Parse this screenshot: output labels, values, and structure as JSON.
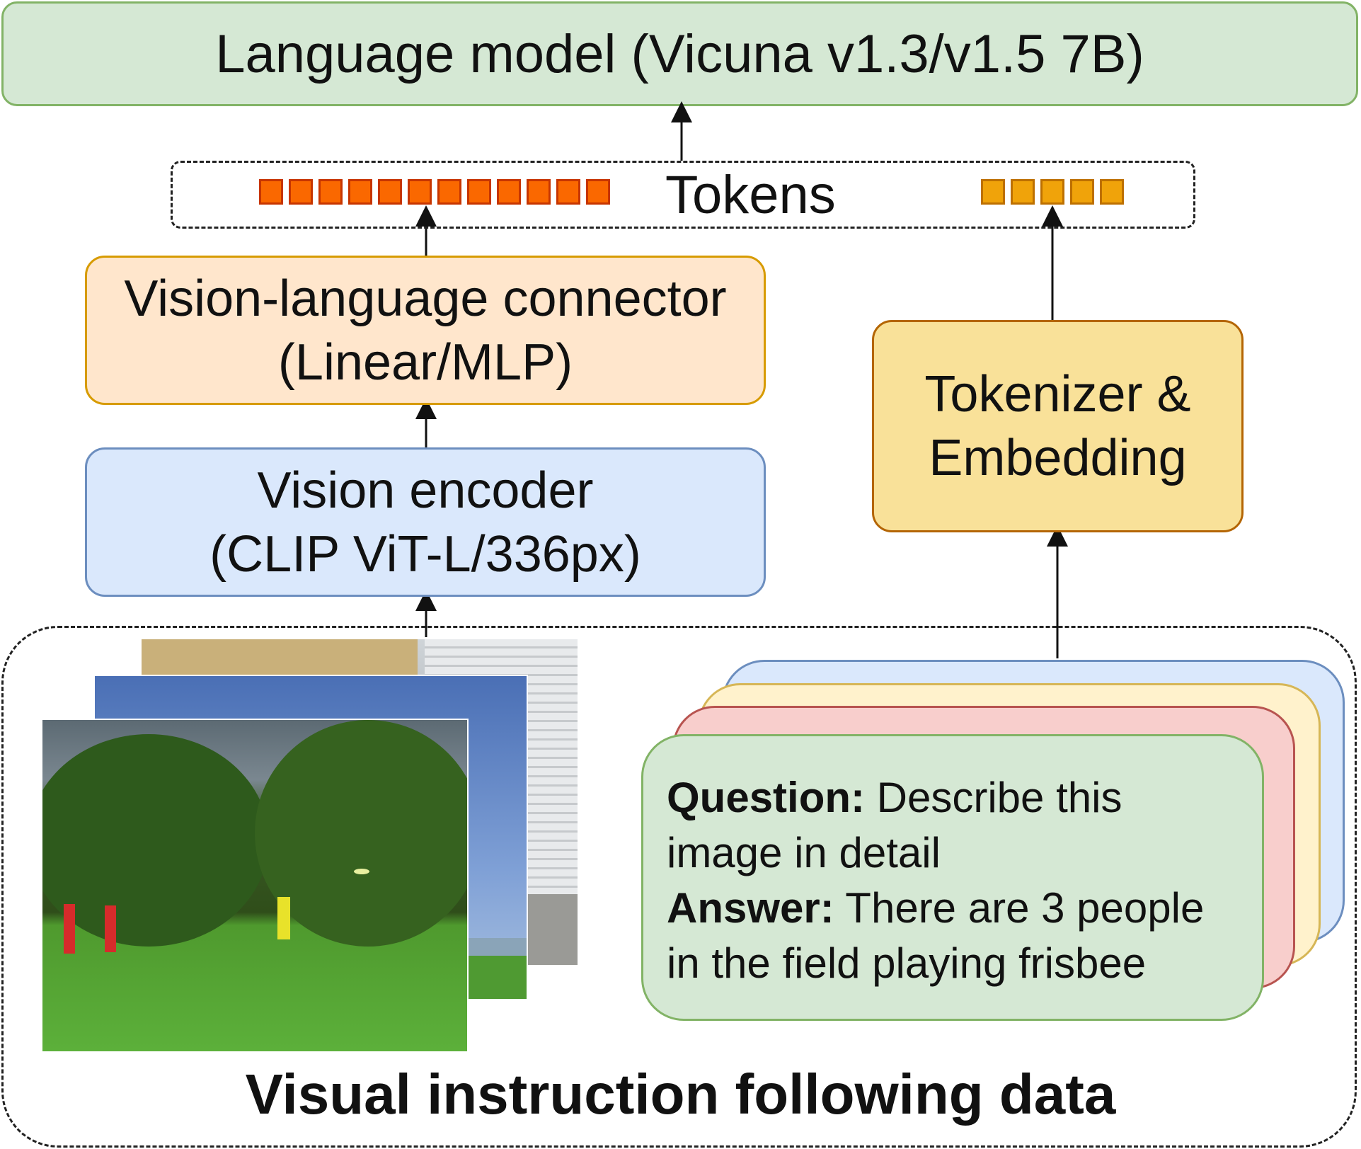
{
  "language_model": {
    "label": "Language model (Vicuna v1.3/v1.5 7B)"
  },
  "tokens": {
    "label": "Tokens",
    "vision_token_count": 12,
    "text_token_count": 5,
    "vision_token_color": "#fa6800",
    "vision_token_border": "#c73500",
    "text_token_color": "#f0a30a",
    "text_token_border": "#bd7000"
  },
  "connector": {
    "line1": "Vision-language connector",
    "line2": "(Linear/MLP)"
  },
  "encoder": {
    "line1": "Vision encoder",
    "line2": "(CLIP ViT-L/336px)"
  },
  "tokenizer": {
    "line1": "Tokenizer &",
    "line2": "Embedding"
  },
  "data": {
    "title": "Visual instruction following data",
    "question_label": "Question:",
    "question_text_1": " Describe this",
    "question_text_2": "image in detail",
    "answer_label": "Answer:",
    "answer_text_1": " There are 3 people",
    "answer_text_2": "in the field playing frisbee"
  }
}
